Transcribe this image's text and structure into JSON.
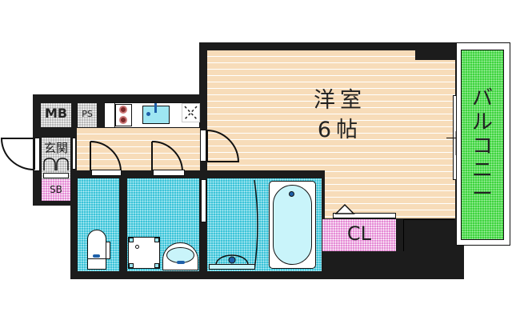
{
  "floorplan": {
    "rooms": {
      "western_room": {
        "name": "洋室",
        "size": "6帖"
      },
      "balcony": {
        "name": "バルコニー",
        "chars": [
          "バ",
          "ル",
          "コ",
          "ニ",
          "ー"
        ]
      },
      "closet": {
        "name": "CL"
      },
      "entrance": {
        "name": "玄関"
      },
      "meter_box": {
        "name": "MB"
      },
      "pipe_space": {
        "name": "PS"
      },
      "shoe_box": {
        "name": "SB"
      }
    },
    "colors": {
      "wall": "#1c1c1c",
      "wood_floor": "#f7dcb9",
      "wet_area": "#3cc3d8",
      "closet": "#e58bd6",
      "balcony": "#3fd33f",
      "storage": "#b9b9b9"
    }
  }
}
